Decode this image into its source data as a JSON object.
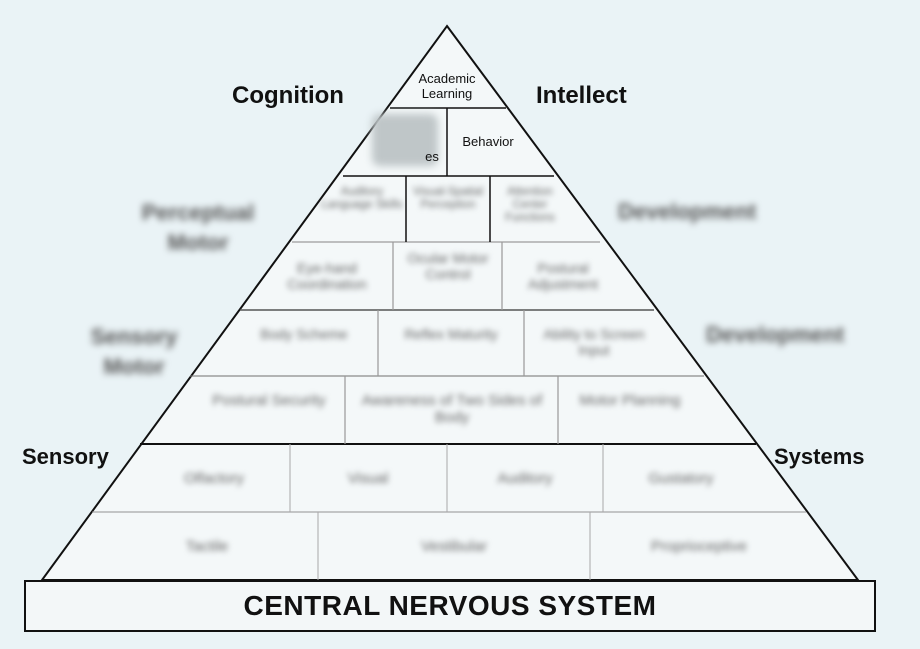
{
  "labels": {
    "cognition": "Cognition",
    "intellect": "Intellect",
    "perceptual_motor_left": "Perceptual Motor",
    "development_upper": "Development",
    "sensory_motor_left": "Sensory Motor",
    "development_lower": "Development",
    "sensory": "Sensory",
    "systems": "Systems"
  },
  "cells": {
    "academic_learning": "Academic Learning",
    "behavior": "Behavior",
    "adl_partial": "es",
    "auditory": "Auditory Language Skills",
    "visual": "Visual-Spatial Perception",
    "attention": "Attention Center Functions",
    "eye_hand": "Eye-hand Coordination",
    "ocular_motor": "Ocular Motor Control",
    "postural_adjustment": "Postural Adjustment",
    "body_scheme": "Body Scheme",
    "reflex_maturity": "Reflex Maturity",
    "screen_input": "Ability to Screen Input",
    "postural_security": "Postural Security",
    "two_sides": "Awareness of Two Sides of Body",
    "motor_planning": "Motor Planning",
    "olfactory": "Olfactory",
    "visual_sys": "Visual",
    "auditory_sys": "Auditory",
    "gustatory": "Gustatory",
    "tactile": "Tactile",
    "vestibular": "Vestibular",
    "proprioceptive": "Proprioceptive"
  },
  "base": "CENTRAL NERVOUS SYSTEM"
}
